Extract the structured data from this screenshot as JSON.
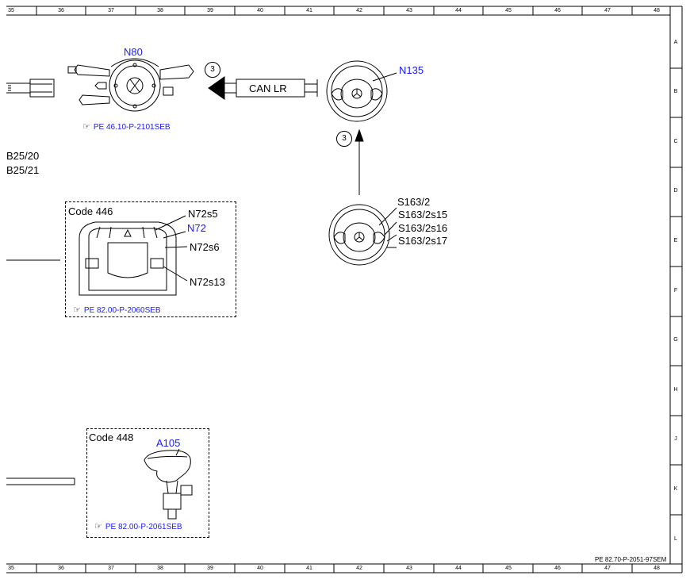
{
  "ruler": {
    "columns": [
      "35",
      "36",
      "37",
      "38",
      "39",
      "40",
      "41",
      "42",
      "43",
      "44",
      "45",
      "46",
      "47",
      "48"
    ],
    "rows": [
      "A",
      "B",
      "C",
      "D",
      "E",
      "F",
      "G",
      "H",
      "J",
      "K",
      "L"
    ]
  },
  "components": {
    "n80": {
      "label": "N80",
      "ref": "PE 46.10-P-2101SEB"
    },
    "n135": {
      "label": "N135"
    },
    "can": {
      "label": "CAN LR",
      "circle1": "3",
      "circle2": "3"
    },
    "b25": {
      "line1": "B25/20",
      "line2": "B25/21"
    },
    "n72": {
      "code": "Code 446",
      "label": "N72",
      "s5": "N72s5",
      "s6": "N72s6",
      "s13": "N72s13",
      "ref": "PE 82.00-P-2060SEB"
    },
    "s163": {
      "l1": "S163/2",
      "l2": "S163/2s15",
      "l3": "S163/2s16",
      "l4": "S163/2s17"
    },
    "a105": {
      "code": "Code 448",
      "label": "A105",
      "ref": "PE 82.00-P-2061SEB"
    }
  },
  "footer": {
    "doc_ref": "PE 82.70-P-2051-97SEM"
  },
  "colors": {
    "blue_label": "#1a1aff",
    "ink": "#000000"
  }
}
